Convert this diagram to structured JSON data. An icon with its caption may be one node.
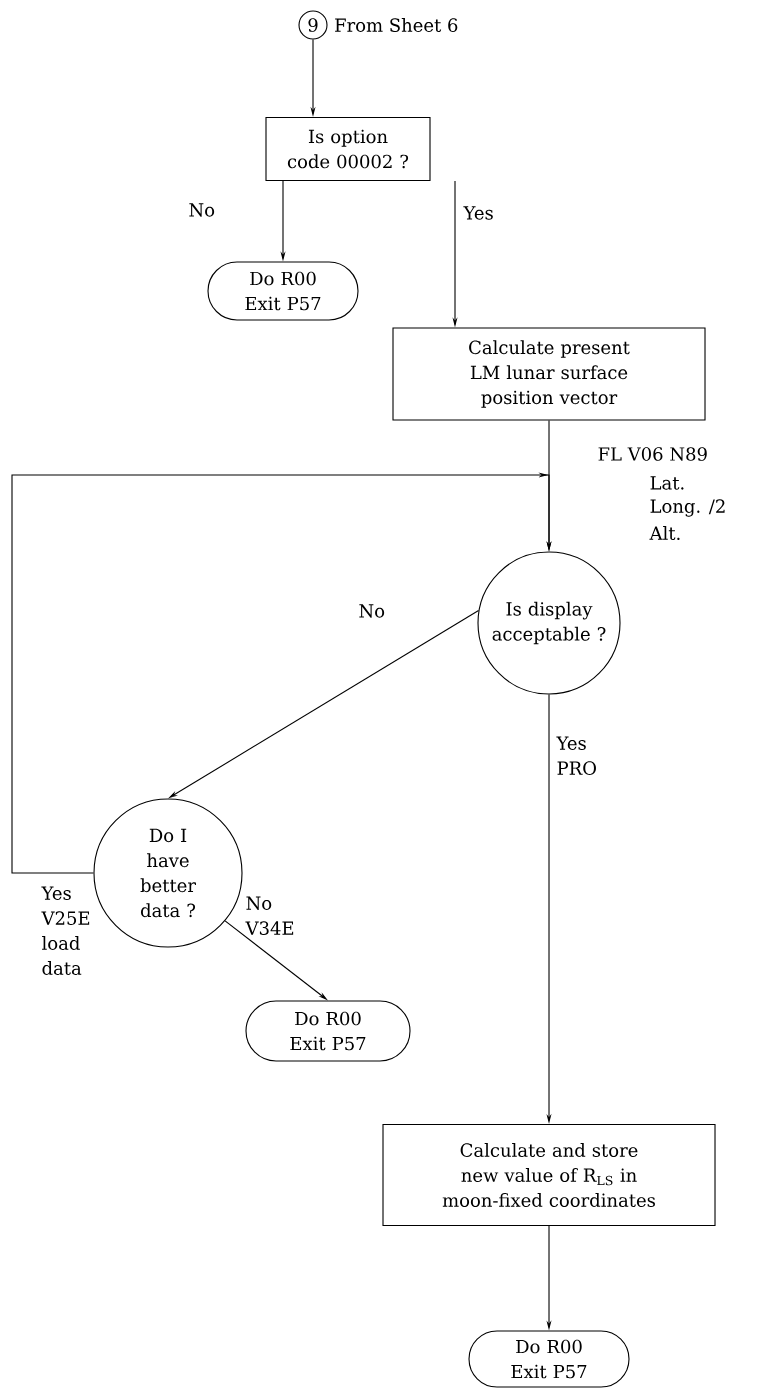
{
  "diagram": {
    "nodes": [
      {
        "text": [
          "9"
        ],
        "beside": [
          "From Sheet 6"
        ]
      },
      {
        "text": [
          "Is option code 00002 ?"
        ]
      },
      {
        "text": [
          "Do R00 Exit P57"
        ]
      },
      {
        "text": [
          "Calculate present LM lunar surface position vector"
        ]
      },
      {
        "text": [
          "Is display acceptable ?"
        ]
      },
      {
        "text": [
          "Do I have better data ?"
        ]
      },
      {
        "text": [
          "Do R00 Exit P57"
        ]
      },
      {
        "text": [
          "Calculate and store new value of R$_{LS}$ in moon-fixed coordinates"
        ]
      },
      {
        "text": [
          "Do R00 Exit P57"
        ]
      }
    ],
    "edges": [
      {
        "from": 0,
        "to": 1,
        "arrow": "to"
      },
      {
        "from": 1,
        "to": 2,
        "arrow": "to",
        "label": "No"
      },
      {
        "from": 1,
        "to": 3,
        "arrow": "to",
        "label": "Yes"
      },
      {
        "from": 3,
        "to": 4,
        "arrow": "to"
      },
      {
        "from": 4,
        "to": 5,
        "arrow": "to",
        "label": "No"
      },
      {
        "from": 4,
        "to": 7,
        "arrow": "to",
        "label": "Yes PRO"
      },
      {
        "from": 5,
        "to": 4,
        "arrow": "to",
        "label": "Yes V25E load data"
      },
      {
        "from": 5,
        "to": 6,
        "arrow": "to",
        "label": "No V34E"
      },
      {
        "from": 7,
        "to": 8,
        "arrow": "to"
      }
    ],
    "labels": [
      "FL V06 N89",
      "Lat.",
      "Long. /2",
      "Alt."
    ]
  }
}
